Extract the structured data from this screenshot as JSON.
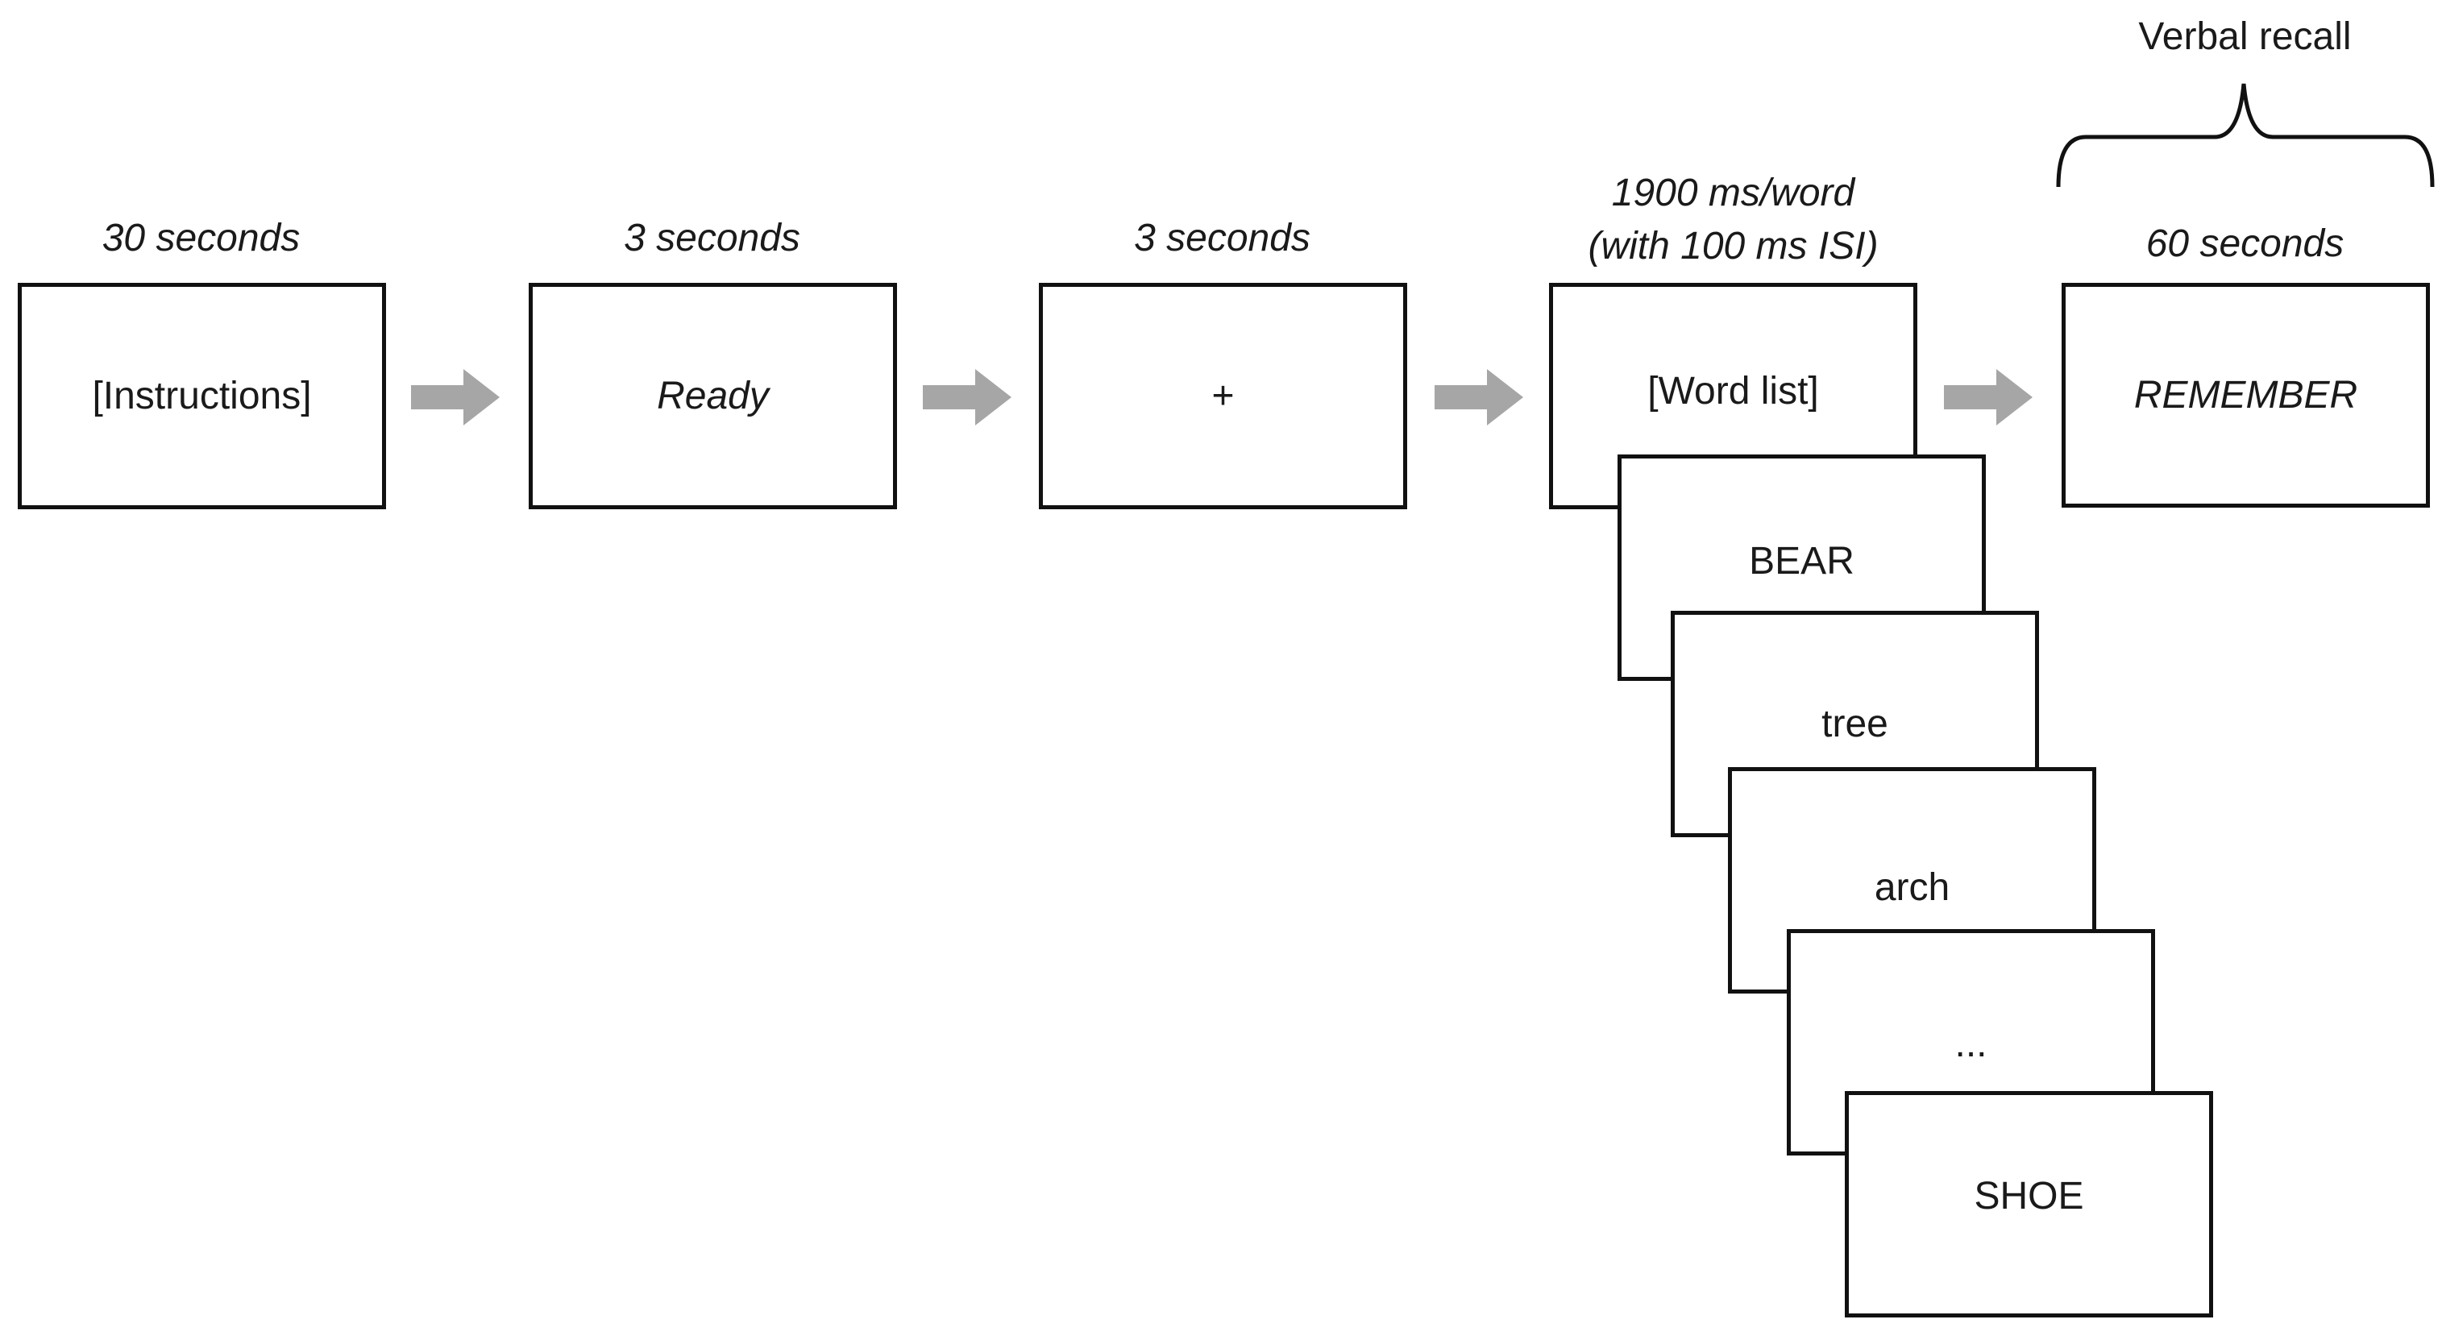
{
  "colors": {
    "border": "#111111",
    "arrow": "#a6a6a6",
    "text": "#1a1a1a"
  },
  "steps": [
    {
      "timing": "30 seconds",
      "content": "[Instructions]"
    },
    {
      "timing": "3 seconds",
      "content": "Ready"
    },
    {
      "timing": "3 seconds",
      "content": "+"
    },
    {
      "timing_line1": "1900 ms/word",
      "timing_line2": "(with 100 ms ISI)",
      "content": "[Word list]"
    },
    {
      "timing": "60 seconds",
      "content": "REMEMBER"
    }
  ],
  "word_cards": [
    "BEAR",
    "tree",
    "arch",
    "...",
    "SHOE"
  ],
  "recall": {
    "label": "Verbal recall"
  },
  "arrow_icon": "right-arrow-icon"
}
